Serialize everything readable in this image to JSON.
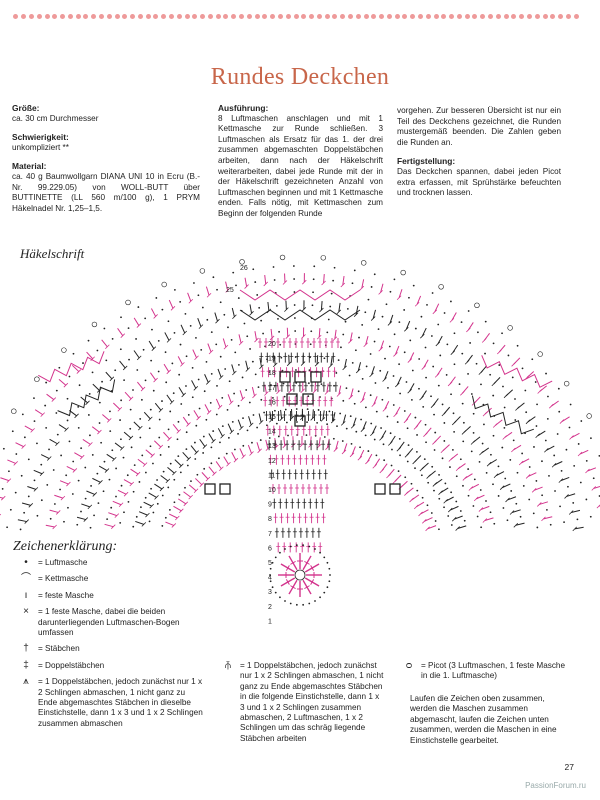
{
  "colors": {
    "accent": "#c8664a",
    "dots": "#ee9a9a",
    "magenta": "#d3338c",
    "ink": "#222222"
  },
  "title": "Rundes Deckchen",
  "specs": [
    {
      "heading": "Größe:",
      "text": "ca. 30 cm Durchmesser"
    },
    {
      "heading": "Schwierigkeit:",
      "text": "unkompliziert **"
    },
    {
      "heading": "Material:",
      "text": "ca. 40 g Baumwollgarn DIANA UNI 10 in Ecru (B.-Nr. 99.229.05) von WOLL-BUTT über BUTTINETTE (LL 560 m/100 g), 1 PRYM Häkelnadel Nr. 1,25–1,5."
    }
  ],
  "ausfuehrung": {
    "heading": "Ausführung:",
    "text": "8 Luftmaschen anschlagen und mit 1 Kettmasche zur Runde schließen. 3 Luftmaschen als Ersatz für das 1. der drei zusammen abgemaschten Doppelstäbchen arbeiten, dann nach der Häkelschrift weiterarbeiten, dabei jede Runde mit der in der Häkelschrift gezeichneten Anzahl von Luftmaschen beginnen und mit 1 Kettmasche enden. Falls nötig, mit Kettmaschen zum Beginn der folgenden Runde",
    "continued": "vorgehen. Zur besseren Übersicht ist nur ein Teil des Deckchens gezeichnet, die Runden mustergemäß beenden. Die Zahlen geben die Runden an."
  },
  "fertigstellung": {
    "heading": "Fertigstellung:",
    "text": "Das Deckchen spannen, dabei jeden Picot extra erfassen, mit Sprühstärke befeuchten und trocknen lassen."
  },
  "diagram_title": "Häkelschrift",
  "round_labels": [
    "26",
    "25",
    "20",
    "19",
    "18",
    "17",
    "16",
    "15",
    "14",
    "13",
    "12",
    "11",
    "10",
    "9",
    "8",
    "7",
    "6",
    "5",
    "4",
    "3",
    "2",
    "1"
  ],
  "legend_title": "Zeichenerklärung:",
  "legend_left": [
    {
      "icon": "dot-icon",
      "symbol": "•",
      "text": "= Luftmasche"
    },
    {
      "icon": "arc-icon",
      "symbol": "⌒",
      "text": "= Kettmasche"
    },
    {
      "icon": "bar-icon",
      "symbol": "ı",
      "text": "= feste Masche"
    },
    {
      "icon": "cross-icon",
      "symbol": "×",
      "text": "= 1 feste Masche, dabei die beiden darunterliegenden Luftmaschen-Bogen umfassen"
    },
    {
      "icon": "dagger-icon",
      "symbol": "†",
      "text": "= Stäbchen"
    },
    {
      "icon": "double-dagger-icon",
      "symbol": "‡",
      "text": "= Doppelstäbchen"
    },
    {
      "icon": "joined-double-dagger-icon",
      "symbol": "⩚",
      "text": "= 1 Doppelstäbchen, jedoch zunächst nur 1 x 2 Schlingen abmaschen, 1 nicht ganz zu Ende abgemaschtes Stäbchen in dieselbe Einstichstelle, dann 1 x 3 und 1 x 2 Schlingen zusammen abmaschen"
    }
  ],
  "legend_mid": [
    {
      "icon": "split-double-dagger-icon",
      "symbol": "⫚",
      "text": "= 1 Doppelstäbchen, jedoch zunächst nur 1 x 2 Schlingen abmaschen, 1 nicht ganz zu Ende abgemaschtes Stäbchen in die folgende Einstichstelle, dann 1 x 3 und 1 x 2 Schlingen zusammen abmaschen, 2 Luftmaschen, 1 x 2 Schlingen um das schräg liegende Stäbchen arbeiten"
    }
  ],
  "legend_right": [
    {
      "icon": "picot-icon",
      "symbol": "ᴑ",
      "text": "= Picot (3 Luftmaschen, 1 feste Masche in die 1. Luftmasche)"
    }
  ],
  "legend_note": "Laufen die Zeichen oben zusammen, werden die Maschen zusammen abgemascht, laufen die Zeichen unten zusammen, werden die Maschen in eine Einstichstelle gearbeitet.",
  "page_number": "27",
  "watermark": "PassionForum.ru"
}
